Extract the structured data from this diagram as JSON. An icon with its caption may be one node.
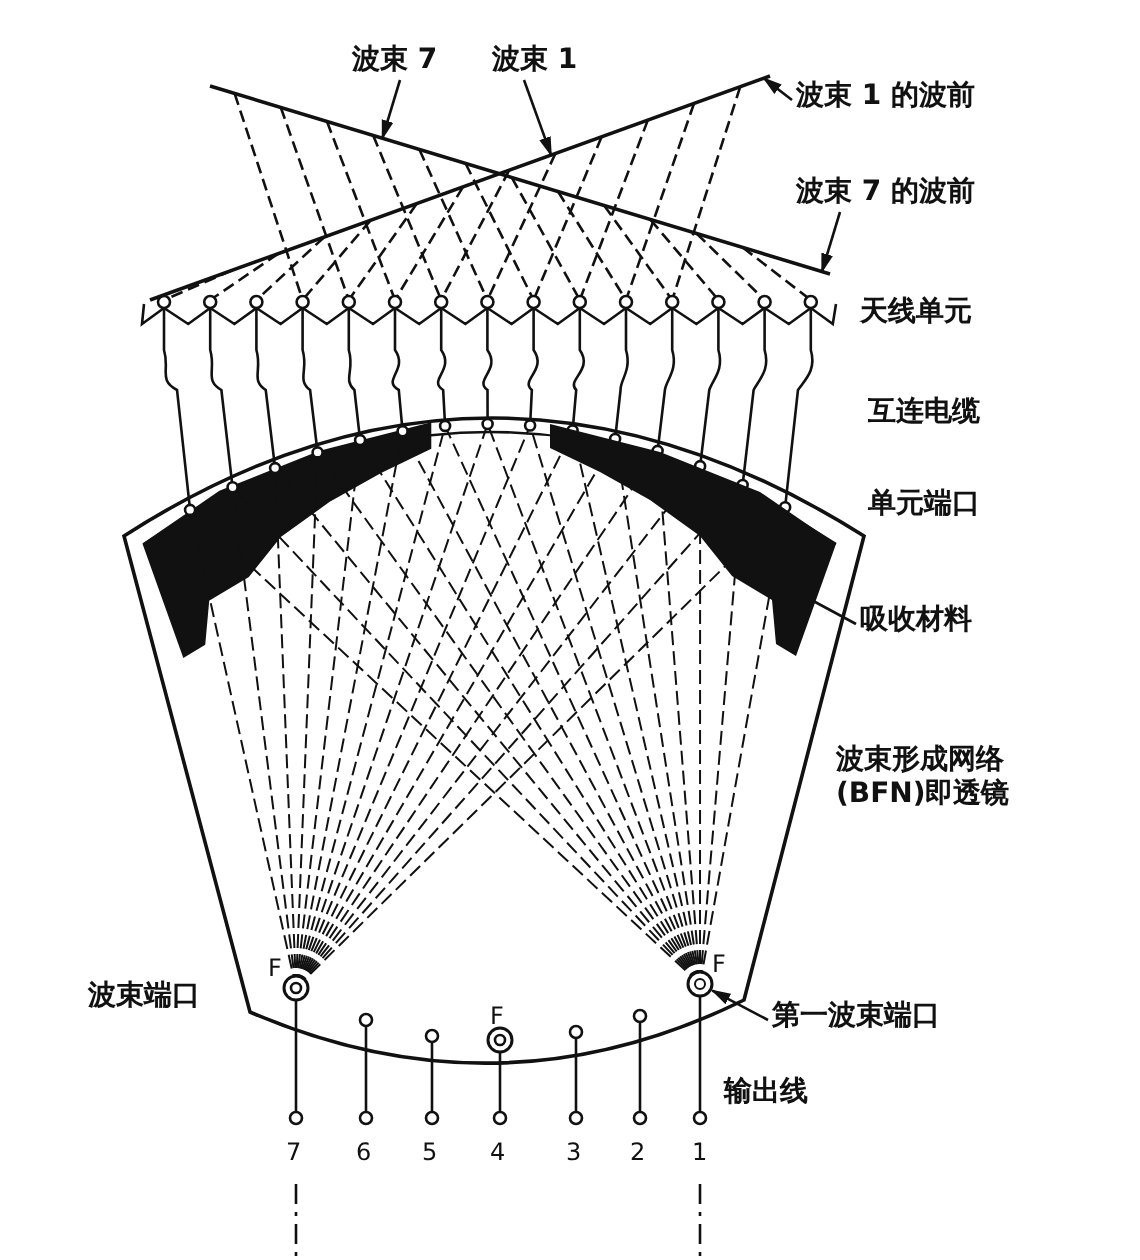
{
  "diagram": {
    "nodes": [
      {
        "text": [
          "波束 7"
        ]
      },
      {
        "text": [
          "波束 1"
        ]
      },
      {
        "text": [
          "波束 1 的波前"
        ]
      },
      {
        "text": [
          "波束 7 的波前"
        ]
      },
      {
        "text": [
          "吸收材料"
        ]
      },
      {
        "text": [
          "第一波束端口"
        ]
      },
      {
        "text": [],
        "shape": "line"
      },
      {
        "text": [],
        "shape": "line"
      },
      {
        "text": [],
        "shape": "box"
      },
      {
        "text": [],
        "shape": "circle"
      }
    ],
    "edges": [
      {
        "from": 0,
        "to": 6,
        "arrow": "to"
      },
      {
        "from": 1,
        "to": 7,
        "arrow": "to"
      },
      {
        "from": 2,
        "to": 7,
        "arrow": "to"
      },
      {
        "from": 3,
        "to": 6,
        "arrow": "to"
      },
      {
        "from": 4,
        "to": 8,
        "arrow": "none"
      },
      {
        "from": 5,
        "to": 9,
        "arrow": "to"
      }
    ],
    "labels": [
      "天线单元",
      "互连电缆",
      "单元端口",
      "波束形成网络(BFN)即透镜",
      "F",
      "F",
      "波束端口",
      "F",
      "输出线",
      "7",
      "6",
      "5",
      "4",
      "3",
      "2",
      "1"
    ]
  }
}
